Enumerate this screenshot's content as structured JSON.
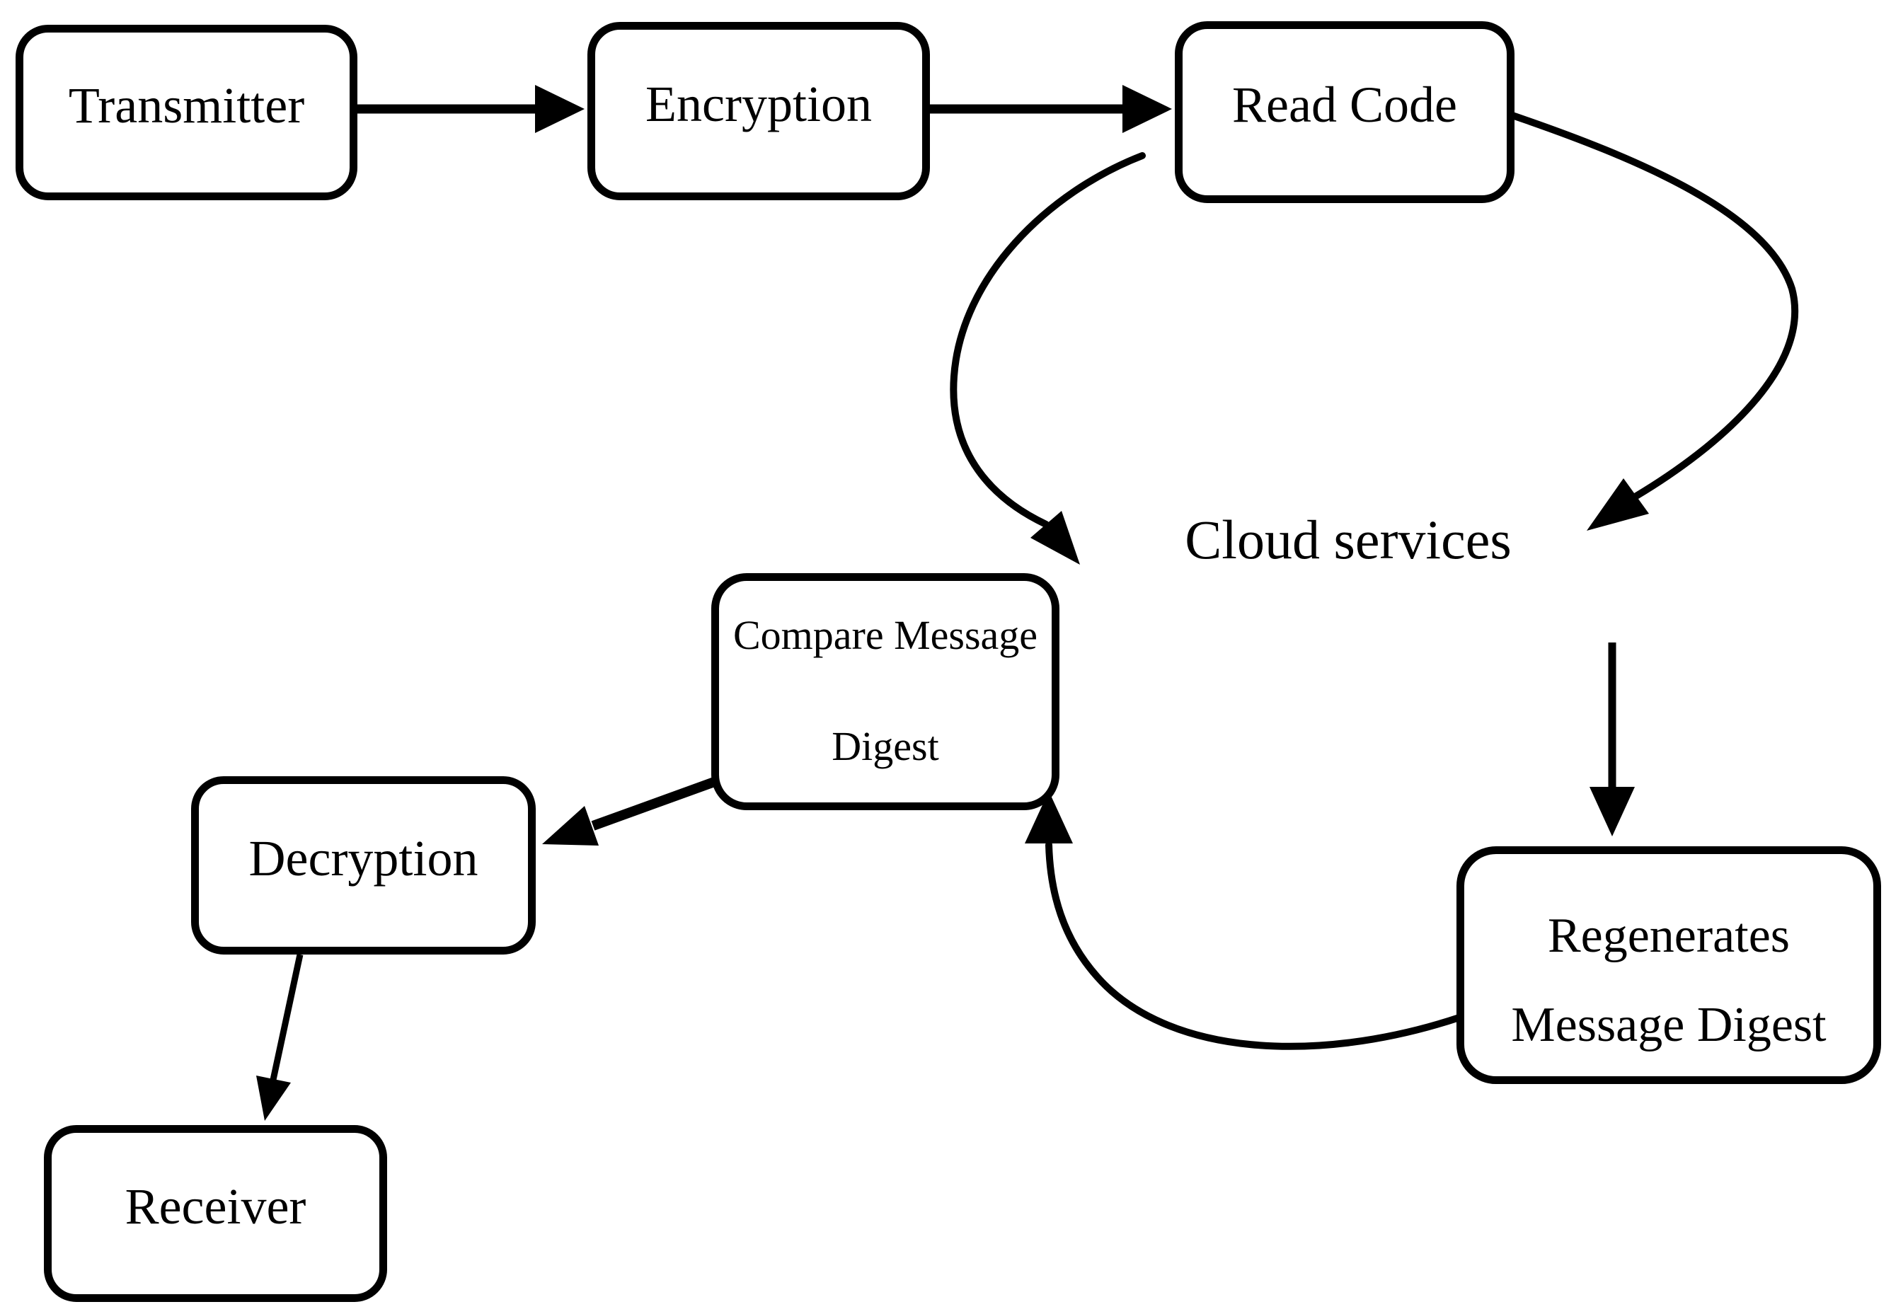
{
  "diagram": {
    "colors": {
      "background": "#ffffff",
      "stroke": "#000000",
      "text": "#000000"
    },
    "nodes": {
      "transmitter": {
        "label": "Transmitter",
        "shape": "rounded-rectangle"
      },
      "encryption": {
        "label": "Encryption",
        "shape": "rounded-rectangle"
      },
      "read_code": {
        "label": "Read Code",
        "shape": "rounded-rectangle"
      },
      "cloud_services": {
        "label": "Cloud services",
        "shape": "ellipse"
      },
      "compare_message_digest": {
        "line1": "Compare Message",
        "line2": "Digest",
        "shape": "rounded-rectangle"
      },
      "decryption": {
        "label": "Decryption",
        "shape": "rounded-rectangle"
      },
      "receiver": {
        "label": "Receiver",
        "shape": "rounded-rectangle"
      },
      "regenerates_message_digest": {
        "line1": "Regenerates",
        "line2": "Message Digest",
        "shape": "rounded-rectangle"
      }
    },
    "edges": [
      {
        "from": "Transmitter",
        "to": "Encryption",
        "type": "straight-arrow"
      },
      {
        "from": "Encryption",
        "to": "Read Code",
        "type": "straight-arrow"
      },
      {
        "from": "Read Code",
        "to": "Cloud services",
        "type": "curved-arrow-left"
      },
      {
        "from": "Read Code",
        "to": "Cloud services",
        "type": "curved-arrow-right"
      },
      {
        "from": "Cloud services",
        "to": "Regenerates Message Digest",
        "type": "straight-arrow-down"
      },
      {
        "from": "Regenerates Message Digest",
        "to": "Compare Message Digest",
        "type": "curved-arrow-up"
      },
      {
        "from": "Compare Message Digest",
        "to": "Decryption",
        "type": "straight-arrow"
      },
      {
        "from": "Decryption",
        "to": "Receiver",
        "type": "straight-arrow"
      }
    ]
  }
}
